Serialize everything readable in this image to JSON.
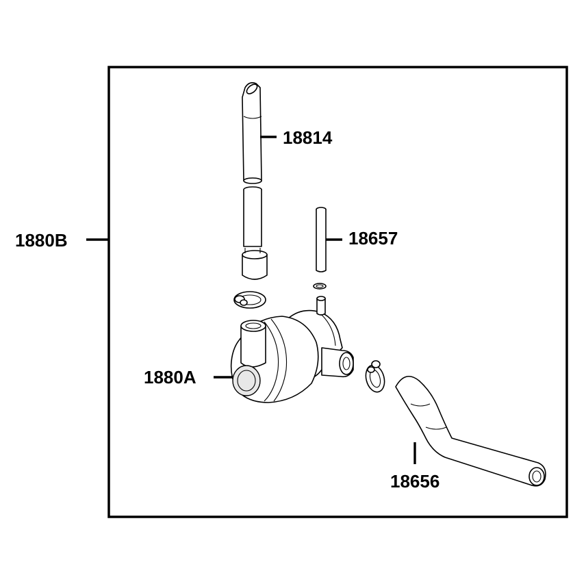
{
  "labels": {
    "assembly": "1880B",
    "valve_body": "1880A",
    "fuel_pipe": "18814",
    "small_pipe": "18657",
    "hose": "18656"
  },
  "colors": {
    "line": "#000000",
    "background": "#ffffff",
    "shade": "#e8e8e8"
  }
}
